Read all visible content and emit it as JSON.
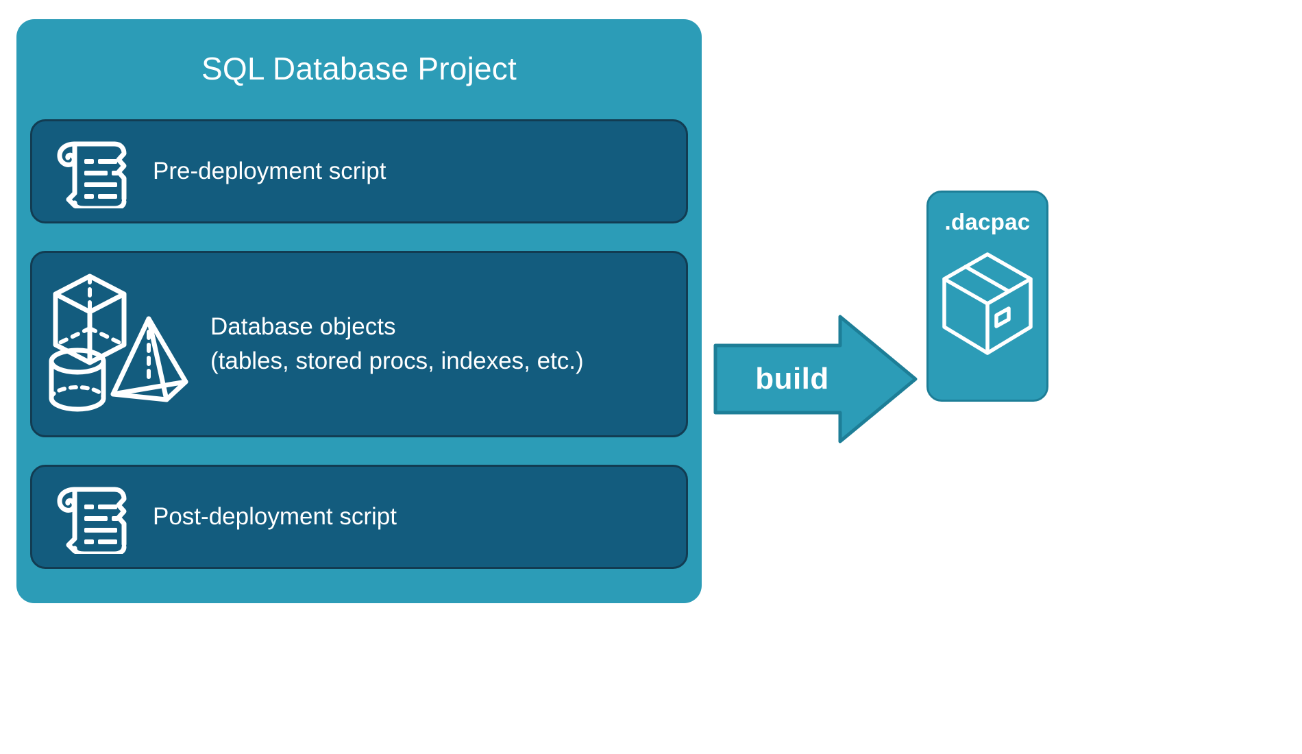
{
  "diagram": {
    "title_alt": "SQL Database Project build to dacpac",
    "colors": {
      "container_teal": "#2c9cb7",
      "card_blue": "#135c7e",
      "card_border": "#123c52",
      "arrow_teal": "#2c9cb7",
      "arrow_outline": "#1d7e97",
      "icon_white": "#ffffff",
      "background": "#ffffff"
    }
  },
  "project": {
    "title": "SQL Database Project",
    "cards": [
      {
        "id": "pre-deployment",
        "label": "Pre-deployment script",
        "icon": "scroll-script-icon"
      },
      {
        "id": "database-objects",
        "label": "Database objects\n(tables, stored procs, indexes, etc.)",
        "line1": "Database objects",
        "line2": "(tables, stored procs, indexes, etc.)",
        "icon": "three-d-shapes-icon"
      },
      {
        "id": "post-deployment",
        "label": "Post-deployment script",
        "icon": "scroll-script-icon"
      }
    ]
  },
  "arrow": {
    "label": "build",
    "direction": "right",
    "icon": "arrow-right-icon"
  },
  "output": {
    "label": ".dacpac",
    "icon": "package-box-icon"
  }
}
